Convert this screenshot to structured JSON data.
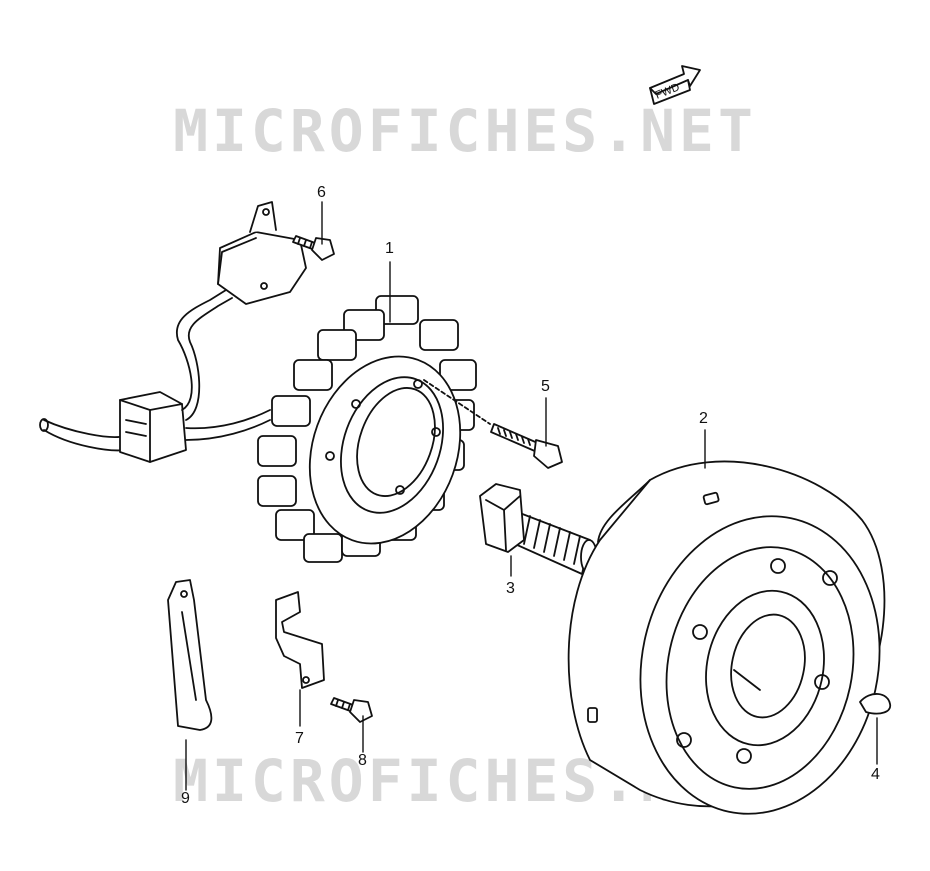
{
  "watermark": {
    "top_text": "MICROFICHES.NET",
    "bottom_text": "MICROFICHES.NET"
  },
  "direction_badge": "FWD",
  "callouts": [
    {
      "id": "1",
      "label": "1"
    },
    {
      "id": "2",
      "label": "2"
    },
    {
      "id": "3",
      "label": "3"
    },
    {
      "id": "4",
      "label": "4"
    },
    {
      "id": "5",
      "label": "5"
    },
    {
      "id": "6",
      "label": "6"
    },
    {
      "id": "7",
      "label": "7"
    },
    {
      "id": "8",
      "label": "8"
    },
    {
      "id": "9",
      "label": "9"
    }
  ]
}
